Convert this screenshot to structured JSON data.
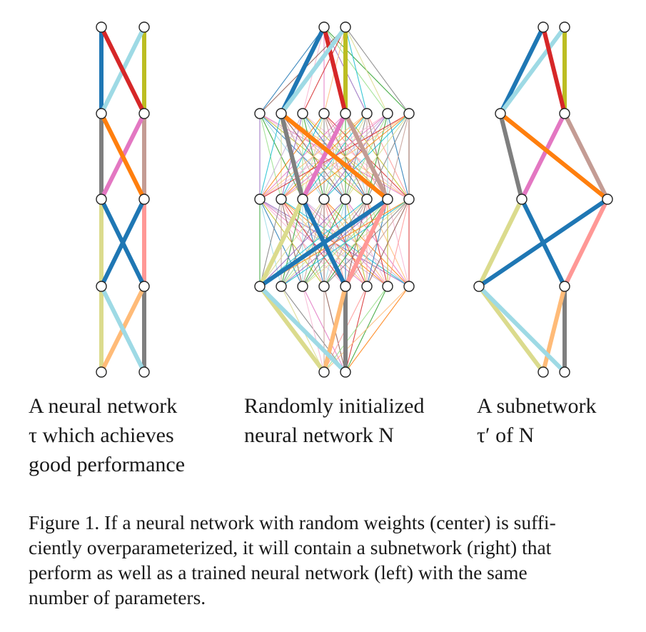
{
  "figure": {
    "left_label": [
      "A neural network",
      "τ which achieves",
      "good performance"
    ],
    "center_label": [
      "Randomly initialized",
      "neural network N"
    ],
    "right_label": [
      "A subnetwork",
      "τ′ of N"
    ]
  },
  "caption_lines": [
    "Figure 1. If a neural network with random weights (center) is suffi-",
    "ciently overparameterized, it will contain a subnetwork (right) that",
    "perform as well as a trained neural network (left) with the same",
    "number of parameters."
  ],
  "colors": {
    "blue": "#1f77b4",
    "lightblue": "#9edae5",
    "red": "#d62728",
    "olive": "#bcbd22",
    "orange": "#ff7f0e",
    "gray": "#7f7f7f",
    "pink": "#e377c2",
    "tan": "#c49c94",
    "khaki": "#dbdb8d",
    "salmon": "#ff9896",
    "peach": "#ffbb78",
    "green": "#2ca02c",
    "purple": "#9467bd",
    "brown": "#8c564b",
    "teal": "#17becf",
    "lightgreen": "#98df8a",
    "lavender": "#c5b0d5",
    "lightpink": "#f7b6d2"
  }
}
